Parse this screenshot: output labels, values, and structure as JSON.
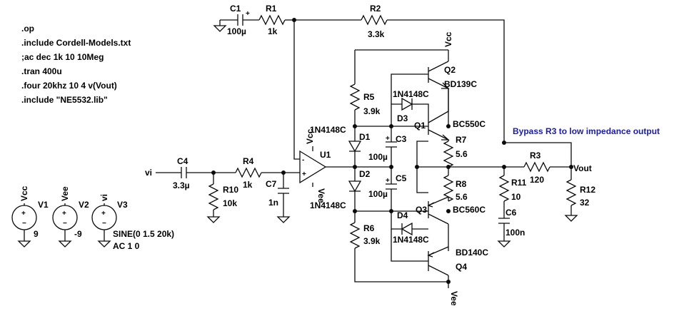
{
  "directives": [
    ".op",
    ".include Cordell-Models.txt",
    ";ac dec 1k 10 10Meg",
    ".tran 400u",
    ".four 20khz 10 4 v(Vout)",
    ".include \"NE5532.lib\""
  ],
  "note": "Bypass R3 to low impedance output",
  "nets": {
    "vcc": "Vcc",
    "vee": "Vee",
    "vi": "vi",
    "vout": "Vout"
  },
  "components": {
    "C1": {
      "name": "C1",
      "value": "100µ"
    },
    "R1": {
      "name": "R1",
      "value": "1k"
    },
    "R2": {
      "name": "R2",
      "value": "3.3k"
    },
    "C4": {
      "name": "C4",
      "value": "3.3µ"
    },
    "R4": {
      "name": "R4",
      "value": "1k"
    },
    "R10": {
      "name": "R10",
      "value": "10k"
    },
    "C7": {
      "name": "C7",
      "value": "1n"
    },
    "U1": {
      "name": "U1",
      "plus": "+",
      "minus": "-"
    },
    "R5": {
      "name": "R5",
      "value": "3.9k"
    },
    "R6": {
      "name": "R6",
      "value": "3.9k"
    },
    "D1": {
      "name": "D1",
      "model": "1N4148C"
    },
    "D2": {
      "name": "D2",
      "model": "1N4148C"
    },
    "D3": {
      "name": "D3",
      "model": "1N4148C"
    },
    "D4": {
      "name": "D4",
      "model": "1N4148C"
    },
    "C3": {
      "name": "C3",
      "value": "100µ"
    },
    "C5": {
      "name": "C5",
      "value": "100µ"
    },
    "Q1": {
      "name": "Q1",
      "model": "BC550C"
    },
    "Q2": {
      "name": "Q2",
      "model": "BD139C"
    },
    "Q3": {
      "name": "Q3",
      "model": "BC560C"
    },
    "Q4": {
      "name": "Q4",
      "model": "BD140C"
    },
    "R7": {
      "name": "R7",
      "value": "5.6"
    },
    "R8": {
      "name": "R8",
      "value": "5.6"
    },
    "R3": {
      "name": "R3",
      "value": "120"
    },
    "R11": {
      "name": "R11",
      "value": "10"
    },
    "C6": {
      "name": "C6",
      "value": "100n"
    },
    "R12": {
      "name": "R12",
      "value": "32"
    },
    "V1": {
      "name": "V1",
      "value": "9"
    },
    "V2": {
      "name": "V2",
      "value": "-9"
    },
    "V3": {
      "name": "V3",
      "value1": "SINE(0 1.5 20k)",
      "value2": "AC 1 0"
    }
  }
}
